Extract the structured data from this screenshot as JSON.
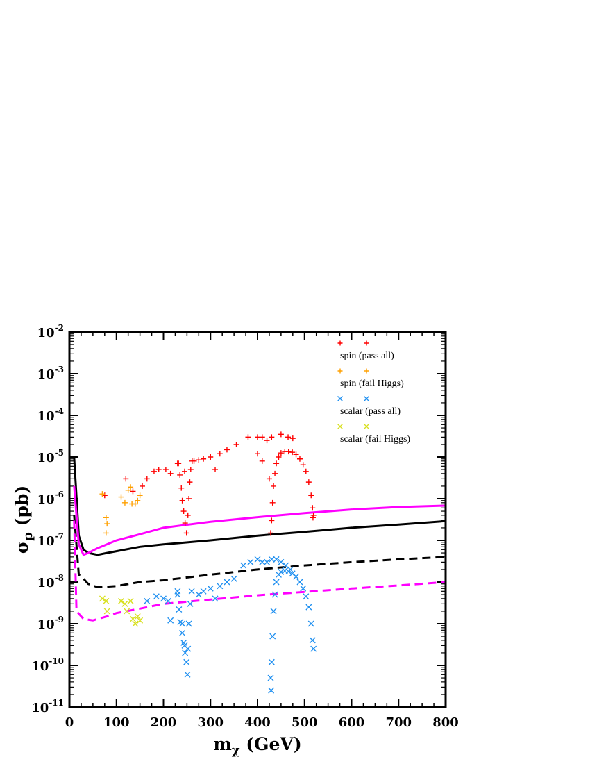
{
  "chart_data": {
    "type": "scatter",
    "xlabel": {
      "main": "m",
      "sub": "χ",
      "unit": " (GeV)"
    },
    "ylabel": {
      "main": "σ",
      "sub": "p",
      "unit": " (pb)"
    },
    "xlim": [
      0,
      800
    ],
    "ylim_log10": [
      -11,
      -2
    ],
    "x_scale": "linear",
    "y_scale": "log",
    "x_ticks": [
      0,
      100,
      200,
      300,
      400,
      500,
      600,
      700,
      800
    ],
    "y_ticks": [
      {
        "base": "10",
        "exp": "-2"
      },
      {
        "base": "10",
        "exp": "-3"
      },
      {
        "base": "10",
        "exp": "-4"
      },
      {
        "base": "10",
        "exp": "-5"
      },
      {
        "base": "10",
        "exp": "-6"
      },
      {
        "base": "10",
        "exp": "-7"
      },
      {
        "base": "10",
        "exp": "-8"
      },
      {
        "base": "10",
        "exp": "-9"
      },
      {
        "base": "10",
        "exp": "-10"
      },
      {
        "base": "10",
        "exp": "-11"
      }
    ],
    "legend_placement": "top-right",
    "series": [
      {
        "name": "spin (pass all)",
        "marker": "+",
        "color": "#ff0000",
        "points": [
          [
            75,
            1.2e-06
          ],
          [
            120,
            3e-06
          ],
          [
            135,
            1.5e-06
          ],
          [
            155,
            2e-06
          ],
          [
            165,
            3e-06
          ],
          [
            180,
            4.5e-06
          ],
          [
            190,
            5e-06
          ],
          [
            205,
            5e-06
          ],
          [
            215,
            4e-06
          ],
          [
            230,
            7e-06
          ],
          [
            245,
            4.5e-06
          ],
          [
            265,
            8e-06
          ],
          [
            275,
            8.5e-06
          ],
          [
            285,
            9e-06
          ],
          [
            300,
            1e-05
          ],
          [
            310,
            5e-06
          ],
          [
            320,
            1.2e-05
          ],
          [
            335,
            1.5e-05
          ],
          [
            355,
            2e-05
          ],
          [
            380,
            3e-05
          ],
          [
            400,
            3e-05
          ],
          [
            410,
            3e-05
          ],
          [
            420,
            2.5e-05
          ],
          [
            430,
            3e-05
          ],
          [
            450,
            3.5e-05
          ],
          [
            465,
            3e-05
          ],
          [
            475,
            2.8e-05
          ],
          [
            400,
            1.2e-05
          ],
          [
            410,
            8e-06
          ],
          [
            425,
            3e-06
          ],
          [
            232,
            7e-06
          ],
          [
            235,
            3.7e-06
          ],
          [
            238,
            1.8e-06
          ],
          [
            240,
            9e-07
          ],
          [
            243,
            5e-07
          ],
          [
            246,
            2.6e-07
          ],
          [
            249,
            1.5e-07
          ],
          [
            252,
            4e-07
          ],
          [
            254,
            1e-06
          ],
          [
            256,
            2.5e-06
          ],
          [
            258,
            5e-06
          ],
          [
            261,
            8e-06
          ],
          [
            428,
            1.5e-07
          ],
          [
            430,
            3e-07
          ],
          [
            432,
            8e-07
          ],
          [
            434,
            2e-06
          ],
          [
            437,
            4e-06
          ],
          [
            440,
            7e-06
          ],
          [
            445,
            1e-05
          ],
          [
            450,
            1.25e-05
          ],
          [
            458,
            1.35e-05
          ],
          [
            466,
            1.35e-05
          ],
          [
            474,
            1.3e-05
          ],
          [
            482,
            1.15e-05
          ],
          [
            490,
            9e-06
          ],
          [
            497,
            6.5e-06
          ],
          [
            503,
            4.5e-06
          ],
          [
            509,
            2.5e-06
          ],
          [
            514,
            1.2e-06
          ],
          [
            517,
            6e-07
          ],
          [
            519,
            4e-07
          ],
          [
            518,
            3.5e-07
          ]
        ]
      },
      {
        "name": "spin (fail Higgs)",
        "marker": "+",
        "color": "#ffa000",
        "points": [
          [
            70,
            1.3e-06
          ],
          [
            78,
            3.5e-07
          ],
          [
            80,
            2.5e-07
          ],
          [
            78,
            1.5e-07
          ],
          [
            110,
            1.1e-06
          ],
          [
            118,
            8e-07
          ],
          [
            125,
            1.6e-06
          ],
          [
            130,
            1.9e-06
          ],
          [
            133,
            7.5e-07
          ],
          [
            140,
            7.5e-07
          ],
          [
            145,
            9e-07
          ],
          [
            150,
            1.2e-06
          ]
        ]
      },
      {
        "name": "scalar (pass all)",
        "marker": "x",
        "color": "#2090f0",
        "points": [
          [
            165,
            3.5e-09
          ],
          [
            185,
            4.5e-09
          ],
          [
            200,
            4e-09
          ],
          [
            210,
            3.5e-09
          ],
          [
            215,
            1.2e-09
          ],
          [
            230,
            6e-09
          ],
          [
            240,
            1e-09
          ],
          [
            245,
            3e-10
          ],
          [
            275,
            5e-09
          ],
          [
            285,
            6e-09
          ],
          [
            300,
            7e-09
          ],
          [
            310,
            4e-09
          ],
          [
            320,
            8e-09
          ],
          [
            335,
            1e-08
          ],
          [
            350,
            1.2e-08
          ],
          [
            370,
            2.5e-08
          ],
          [
            385,
            3e-08
          ],
          [
            400,
            3.5e-08
          ],
          [
            410,
            3e-08
          ],
          [
            420,
            3e-08
          ],
          [
            430,
            3.5e-08
          ],
          [
            440,
            3.5e-08
          ],
          [
            450,
            3e-08
          ],
          [
            460,
            2.5e-08
          ],
          [
            470,
            2e-08
          ],
          [
            230,
            5e-09
          ],
          [
            233,
            2.2e-09
          ],
          [
            236,
            1.1e-09
          ],
          [
            240,
            6e-10
          ],
          [
            243,
            3.5e-10
          ],
          [
            246,
            2e-10
          ],
          [
            249,
            1.2e-10
          ],
          [
            251,
            6e-11
          ],
          [
            252,
            2.5e-10
          ],
          [
            254,
            1e-09
          ],
          [
            257,
            3e-09
          ],
          [
            260,
            6e-09
          ],
          [
            428,
            5e-11
          ],
          [
            429,
            2.5e-11
          ],
          [
            430,
            1.2e-10
          ],
          [
            432,
            5e-10
          ],
          [
            434,
            2e-09
          ],
          [
            437,
            5e-09
          ],
          [
            440,
            1e-08
          ],
          [
            445,
            1.5e-08
          ],
          [
            450,
            1.75e-08
          ],
          [
            458,
            1.85e-08
          ],
          [
            466,
            1.8e-08
          ],
          [
            474,
            1.6e-08
          ],
          [
            482,
            1.35e-08
          ],
          [
            490,
            1e-08
          ],
          [
            497,
            7e-09
          ],
          [
            503,
            4.5e-09
          ],
          [
            509,
            2.5e-09
          ],
          [
            514,
            1e-09
          ],
          [
            517,
            4e-10
          ],
          [
            519,
            2.5e-10
          ]
        ]
      },
      {
        "name": "scalar (fail Higgs)",
        "marker": "x",
        "color": "#d8e020",
        "points": [
          [
            70,
            4e-09
          ],
          [
            78,
            3.5e-09
          ],
          [
            80,
            2e-09
          ],
          [
            110,
            3.5e-09
          ],
          [
            118,
            3e-09
          ],
          [
            122,
            2e-09
          ],
          [
            130,
            3.5e-09
          ],
          [
            135,
            1.3e-09
          ],
          [
            140,
            1e-09
          ],
          [
            145,
            1.5e-09
          ],
          [
            150,
            1.2e-09
          ]
        ]
      }
    ],
    "curves": [
      {
        "style": "solid",
        "color": "#000000",
        "points": [
          [
            10,
            1e-05
          ],
          [
            20,
            1.3e-07
          ],
          [
            30,
            6e-08
          ],
          [
            40,
            5e-08
          ],
          [
            60,
            4.5e-08
          ],
          [
            80,
            5e-08
          ],
          [
            100,
            5.5e-08
          ],
          [
            150,
            7e-08
          ],
          [
            200,
            8e-08
          ],
          [
            300,
            1e-07
          ],
          [
            400,
            1.3e-07
          ],
          [
            500,
            1.6e-07
          ],
          [
            600,
            2e-07
          ],
          [
            700,
            2.4e-07
          ],
          [
            800,
            2.9e-07
          ]
        ]
      },
      {
        "style": "solid",
        "color": "#ff00ff",
        "points": [
          [
            10,
            2e-06
          ],
          [
            20,
            8e-08
          ],
          [
            30,
            4.5e-08
          ],
          [
            40,
            5e-08
          ],
          [
            60,
            6.5e-08
          ],
          [
            100,
            1e-07
          ],
          [
            150,
            1.4e-07
          ],
          [
            200,
            2e-07
          ],
          [
            300,
            2.8e-07
          ],
          [
            400,
            3.6e-07
          ],
          [
            500,
            4.5e-07
          ],
          [
            600,
            5.5e-07
          ],
          [
            700,
            6.3e-07
          ],
          [
            800,
            6.8e-07
          ]
        ]
      },
      {
        "style": "dashed",
        "color": "#000000",
        "points": [
          [
            10,
            4e-07
          ],
          [
            20,
            1.5e-08
          ],
          [
            30,
            1.2e-08
          ],
          [
            40,
            9e-09
          ],
          [
            60,
            7.5e-09
          ],
          [
            100,
            8e-09
          ],
          [
            150,
            1e-08
          ],
          [
            200,
            1.1e-08
          ],
          [
            300,
            1.5e-08
          ],
          [
            400,
            2e-08
          ],
          [
            500,
            2.5e-08
          ],
          [
            600,
            3e-08
          ],
          [
            700,
            3.5e-08
          ],
          [
            800,
            4e-08
          ]
        ]
      },
      {
        "style": "dashed",
        "color": "#ff00ff",
        "points": [
          [
            10,
            3e-07
          ],
          [
            15,
            2e-09
          ],
          [
            30,
            1.3e-09
          ],
          [
            50,
            1.2e-09
          ],
          [
            80,
            1.5e-09
          ],
          [
            100,
            1.8e-09
          ],
          [
            150,
            2.3e-09
          ],
          [
            200,
            3e-09
          ],
          [
            300,
            3.8e-09
          ],
          [
            400,
            4.8e-09
          ],
          [
            500,
            5.8e-09
          ],
          [
            600,
            7e-09
          ],
          [
            700,
            8.3e-09
          ],
          [
            800,
            1e-08
          ]
        ]
      }
    ]
  }
}
